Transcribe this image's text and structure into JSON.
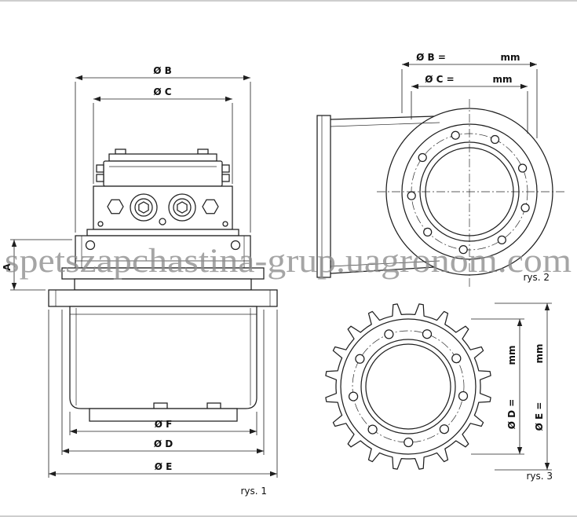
{
  "watermark": "spetszapchastina-grup.uagronom.com",
  "fig1": {
    "caption": "rys. 1",
    "dim_b": "Ø B",
    "dim_c": "Ø C",
    "dim_a": "A",
    "dim_f": "Ø F",
    "dim_d": "Ø D",
    "dim_e": "Ø E"
  },
  "fig2": {
    "caption": "rys. 2",
    "dim_b_label": "Ø B =",
    "dim_b_unit": "mm",
    "dim_c_label": "Ø C =",
    "dim_c_unit": "mm"
  },
  "fig3": {
    "caption": "rys. 3",
    "dim_d_label": "Ø D =",
    "dim_d_unit": "mm",
    "dim_e_label": "Ø E =",
    "dim_e_unit": "mm"
  }
}
